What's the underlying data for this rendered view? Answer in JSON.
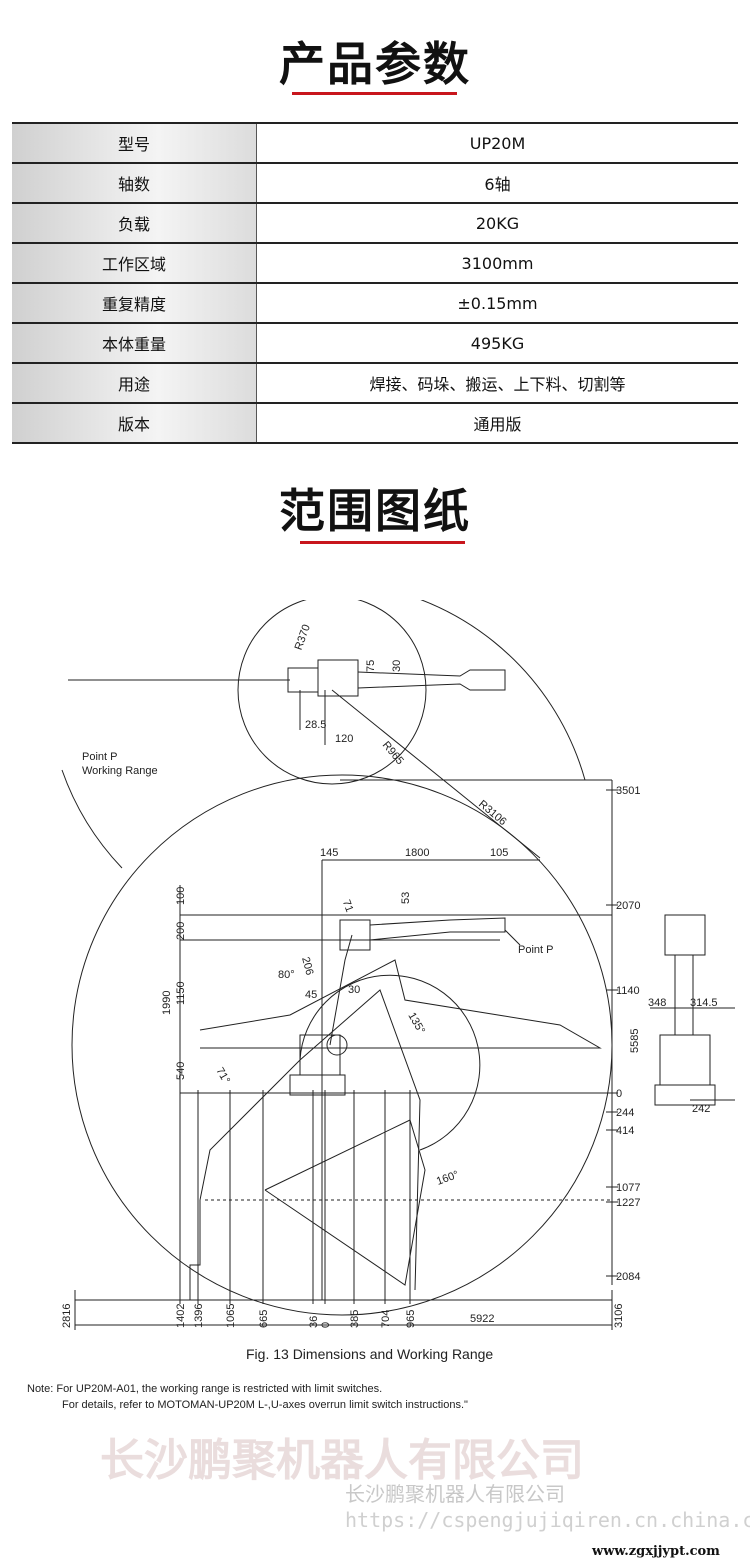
{
  "section1": {
    "title": "产品参数"
  },
  "specs": [
    {
      "label": "型号",
      "value": "UP20M"
    },
    {
      "label": "轴数",
      "value": "6轴"
    },
    {
      "label": "负载",
      "value": "20KG"
    },
    {
      "label": "工作区域",
      "value": "3100mm"
    },
    {
      "label": "重复精度",
      "value": "±0.15mm"
    },
    {
      "label": "本体重量",
      "value": "495KG"
    },
    {
      "label": "用途",
      "value": "焊接、码垛、搬运、上下料、切割等"
    },
    {
      "label": "版本",
      "value": "通用版"
    }
  ],
  "section2": {
    "title": "范围图纸"
  },
  "drawing": {
    "top_labels": {
      "r370": "R370",
      "d75": "75",
      "d30": "30",
      "d28_5": "28.5",
      "d120": "120",
      "r965": "R965",
      "r3106": "R3106"
    },
    "point_p_working_range": [
      "Point P",
      "Working Range"
    ],
    "point_p": "Point P",
    "top_dims": {
      "d145": "145",
      "d1800": "1800",
      "d105": "105",
      "d53": "53",
      "d71": "71"
    },
    "left_dims": {
      "d100": "100",
      "d200": "200",
      "d1150": "1150",
      "d1990": "1990",
      "d540": "540"
    },
    "angles": {
      "a80": "80°",
      "a45": "45",
      "a30": "30",
      "a135": "135°",
      "a71": "71°",
      "a160": "160°",
      "d206": "206"
    },
    "right_dims": [
      "3501",
      "2070",
      "1140",
      "0",
      "244",
      "414",
      "1077",
      "1227",
      "2084"
    ],
    "right_total": "5585",
    "side_dims": {
      "d348": "348",
      "d314_5": "314.5",
      "d242": "242"
    },
    "bottom_dims": [
      "2816",
      "1402",
      "1396",
      "1065",
      "665",
      "36",
      "0",
      "385",
      "704",
      "965",
      "3106"
    ],
    "bottom_total": "5922",
    "caption": "Fig. 13  Dimensions and Working Range",
    "note_line1": "Note: For UP20M-A01, the working range is restricted with limit switches.",
    "note_line2": "For details, refer to MOTOMAN-UP20M L-,U-axes overrun limit switch instructions.\""
  },
  "watermark": "长沙鹏聚机器人有限公司",
  "footer": {
    "company": "长沙鹏聚机器人有限公司",
    "url": "https://cspengjujiqiren.cn.china.c",
    "site": "www.zgxjjypt.com"
  }
}
